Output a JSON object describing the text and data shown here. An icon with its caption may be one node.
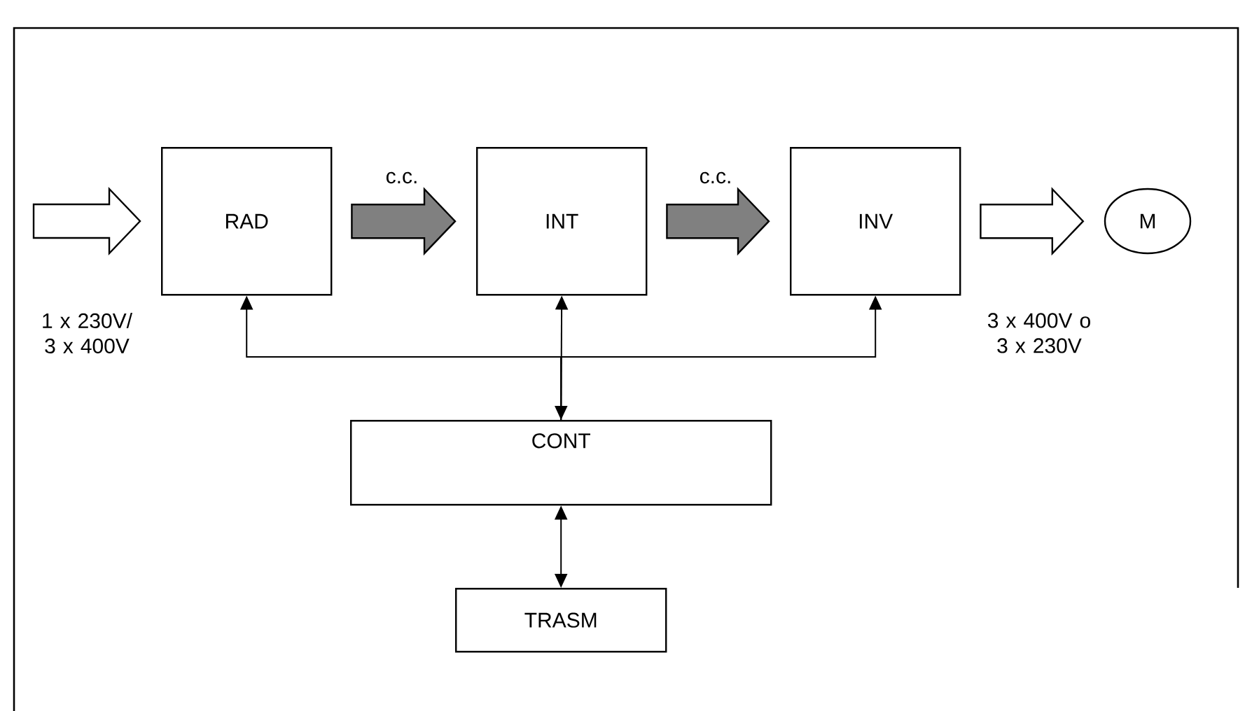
{
  "diagram": {
    "nodes": [
      {
        "text": [
          "RAD"
        ]
      },
      {
        "text": [
          "INT"
        ]
      },
      {
        "text": [
          "INV"
        ]
      },
      {
        "text": [
          "M"
        ]
      },
      {
        "text": [
          "CONT"
        ]
      },
      {
        "text": [
          "TRASM"
        ]
      }
    ],
    "edges": [
      {
        "from": null,
        "to": 0,
        "arrow": "to",
        "style": "thick",
        "label": "1 x 230V/ 3 x 400V"
      },
      {
        "from": 0,
        "to": 1,
        "arrow": "to",
        "style": "thick",
        "color": "#808080",
        "label": "c.c."
      },
      {
        "from": 1,
        "to": 2,
        "arrow": "to",
        "style": "thick",
        "color": "#808080",
        "label": "c.c."
      },
      {
        "from": 2,
        "to": 3,
        "arrow": "to",
        "style": "thick",
        "label": "3 x 400V o 3 x 230V"
      },
      {
        "from": 1,
        "to": 4,
        "arrow": "both"
      },
      {
        "from": 4,
        "to": 0,
        "arrow": "to"
      },
      {
        "from": 4,
        "to": 2,
        "arrow": "to"
      },
      {
        "from": 4,
        "to": 5,
        "arrow": "both"
      }
    ]
  }
}
